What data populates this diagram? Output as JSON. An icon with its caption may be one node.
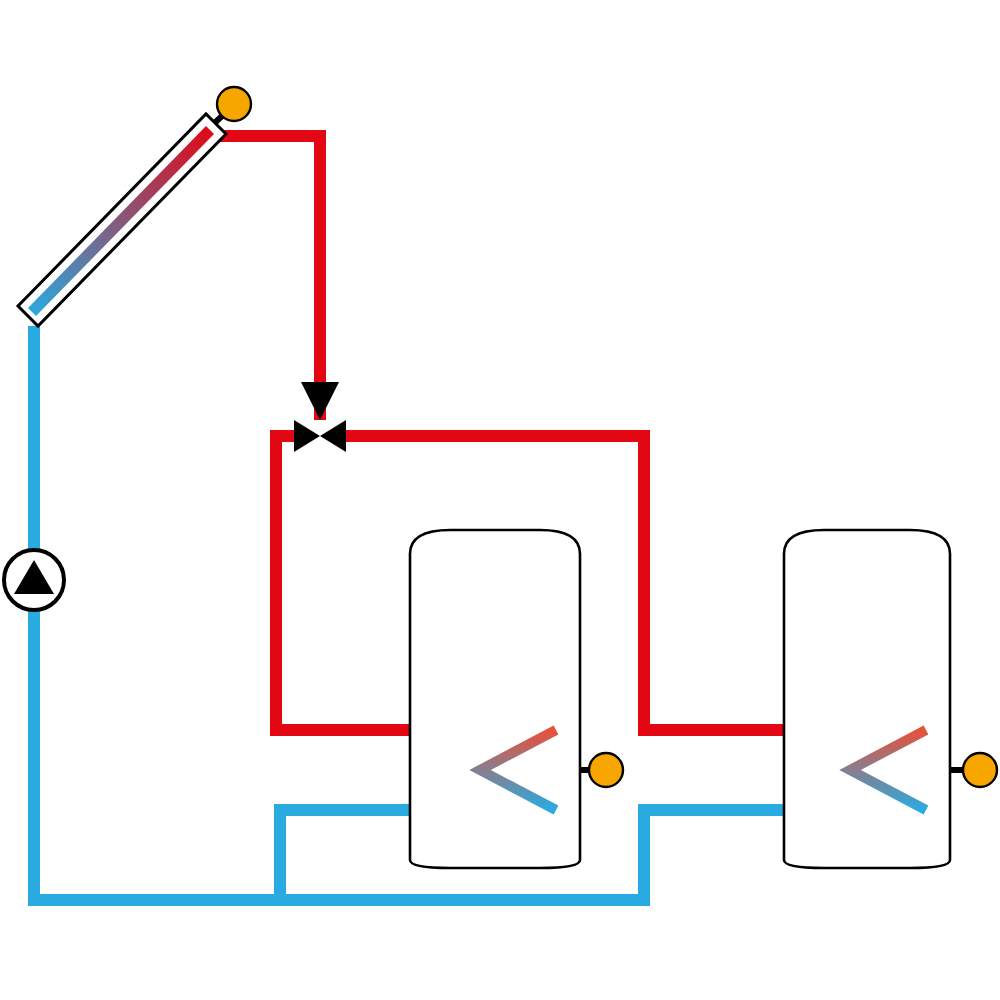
{
  "diagram": {
    "nodes": [
      {
        "text": [],
        "shape": "panel"
      },
      {
        "text": [],
        "shape": "circle"
      },
      {
        "text": [],
        "shape": "pump"
      },
      {
        "text": [],
        "shape": "valve"
      },
      {
        "text": [],
        "shape": "cylinder"
      },
      {
        "text": [],
        "shape": "coil",
        "in": 4
      },
      {
        "text": [],
        "shape": "circle"
      },
      {
        "text": [],
        "shape": "cylinder"
      },
      {
        "text": [],
        "shape": "coil",
        "in": 7
      },
      {
        "text": [],
        "shape": "circle"
      }
    ],
    "edges": [
      {
        "from": 0,
        "to": 3,
        "arrow": "to",
        "color": "#e30613"
      },
      {
        "from": 3,
        "to": 5,
        "arrow": "none",
        "color": "#e30613"
      },
      {
        "from": 3,
        "to": 8,
        "arrow": "none",
        "color": "#e30613"
      },
      {
        "from": 5,
        "to": 2,
        "arrow": "none",
        "color": "#29abe2"
      },
      {
        "from": 8,
        "to": 2,
        "arrow": "none",
        "color": "#29abe2"
      },
      {
        "from": 2,
        "to": 0,
        "arrow": "none",
        "color": "#29abe2"
      },
      {
        "from": 1,
        "to": 0,
        "arrow": "none",
        "color": "#000000"
      },
      {
        "from": 6,
        "to": 4,
        "arrow": "none",
        "color": "#000000"
      },
      {
        "from": 9,
        "to": 7,
        "arrow": "none",
        "color": "#000000"
      }
    ]
  }
}
